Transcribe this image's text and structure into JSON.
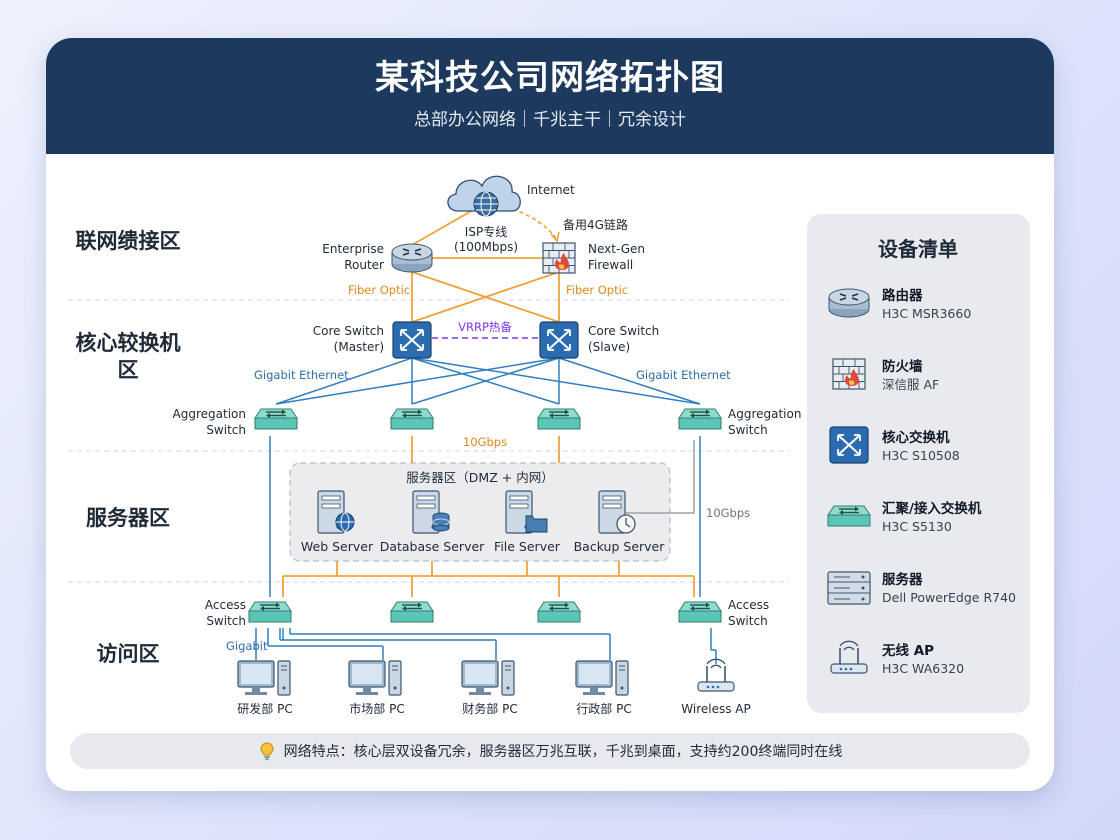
{
  "header": {
    "title": "某科技公司网络拓扑图",
    "subtitle": "总部办公网络｜千兆主干｜冗余设计"
  },
  "zones": {
    "internet": "联网缋接区",
    "core_line1": "核心较换机",
    "core_line2": "区",
    "server": "服务器区",
    "access": "访问区"
  },
  "devices": {
    "internet": "Internet",
    "isp_line1": "ISP专线",
    "isp_line2": "(100Mbps)",
    "backup_4g": "备用4G链路",
    "router_line1": "Enterprise",
    "router_line2": "Router",
    "firewall_line1": "Next-Gen",
    "firewall_line2": "Firewall",
    "core_master_line1": "Core Switch",
    "core_master_line2": "(Master)",
    "core_slave_line1": "Core Switch",
    "core_slave_line2": "(Slave)",
    "agg_left_line1": "Aggregation",
    "agg_left_line2": "Switch",
    "agg_right_line1": "Aggregation",
    "agg_right_line2": "Switch",
    "access_left_line1": "Access",
    "access_left_line2": "Switch",
    "access_right_line1": "Access",
    "access_right_line2": "Switch",
    "dmz_title": "服务器区（DMZ + 内网）",
    "servers": [
      "Web Server",
      "Database Server",
      "File Server",
      "Backup Server"
    ],
    "endpoints": [
      "研发部 PC",
      "市场部 PC",
      "财务部 PC",
      "行政部 PC",
      "Wireless AP"
    ]
  },
  "links": {
    "fiber_left": "Fiber Optic",
    "fiber_right": "Fiber Optic",
    "vrrp": "VRRP热备",
    "gigabit_left": "Gigabit Ethernet",
    "gigabit_right": "Gigabit Ethernet",
    "tengig": "10Gbps",
    "tengig_side": "10Gbps",
    "gigabit_access": "Gigabit"
  },
  "legend": {
    "title": "设备清单",
    "items": [
      {
        "name": "路由器",
        "model": "H3C MSR3660",
        "icon": "router-icon"
      },
      {
        "name": "防火墙",
        "model": "深信服 AF",
        "icon": "firewall-icon"
      },
      {
        "name": "核心交换机",
        "model": "H3C S10508",
        "icon": "core-switch-icon"
      },
      {
        "name": "汇聚/接入交换机",
        "model": "H3C S5130",
        "icon": "switch-icon"
      },
      {
        "name": "服务器",
        "model": "Dell PowerEdge R740",
        "icon": "server-icon"
      },
      {
        "name": "无线 AP",
        "model": "H3C WA6320",
        "icon": "wireless-ap-icon"
      }
    ]
  },
  "footer": {
    "note": "网络特点：核心层双设备冗余，服务器区万兆互联，千兆到桌面，支持约200终端同时在线",
    "icon": "lightbulb-icon"
  },
  "colors": {
    "header_bg": "#1d3a5e",
    "link_orange": "#f0a23a",
    "link_blue": "#2f7fc1",
    "link_purple": "#7c3aed",
    "switch_teal": "#5cc6b6",
    "core_blue": "#2b6cb0"
  }
}
